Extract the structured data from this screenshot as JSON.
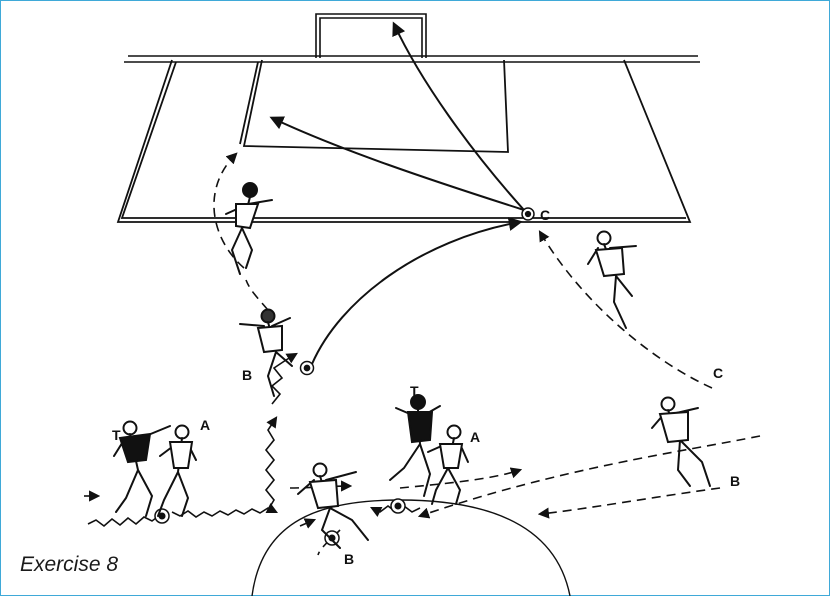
{
  "caption": "Exercise 8",
  "labels": {
    "c_near_goal": "C",
    "c_right": "C",
    "b_middle": "B",
    "b_bottom": "B",
    "b_right": "B",
    "t_left": "T",
    "a_left": "A",
    "t_center": "T",
    "a_center": "A"
  },
  "colors": {
    "frame": "#3fa9d8",
    "ink": "#111111"
  }
}
